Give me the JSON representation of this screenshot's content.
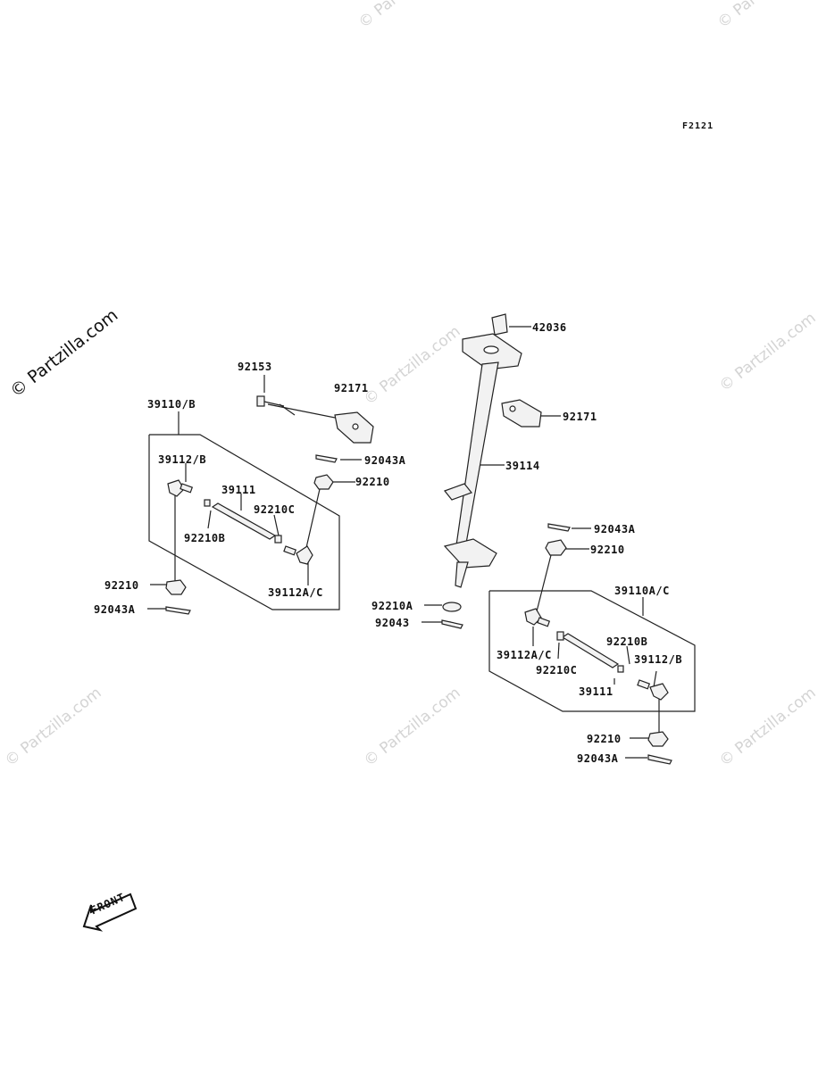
{
  "figure_id": "F2121",
  "watermark": "© Partzilla.com",
  "front_label": "FRONT",
  "labels": {
    "l_92153": "92153",
    "l_92171_a": "92171",
    "l_39110_b": "39110/B",
    "l_92043a_a": "92043A",
    "l_39112_b_a": "39112/B",
    "l_92210_a": "92210",
    "l_39111_a": "39111",
    "l_92210c_a": "92210C",
    "l_92210b_a": "92210B",
    "l_92210_b": "92210",
    "l_39112ac_a": "39112A/C",
    "l_92043a_b": "92043A",
    "l_42036": "42036",
    "l_92171_b": "92171",
    "l_39114": "39114",
    "l_92043a_c": "92043A",
    "l_92210_c": "92210",
    "l_39110ac": "39110A/C",
    "l_92210a": "92210A",
    "l_92043": "92043",
    "l_92210b_b": "92210B",
    "l_39112ac_b": "39112A/C",
    "l_39112_b_b": "39112/B",
    "l_92210c_b": "92210C",
    "l_39111_b": "39111",
    "l_92210_d": "92210",
    "l_92043a_d": "92043A"
  }
}
